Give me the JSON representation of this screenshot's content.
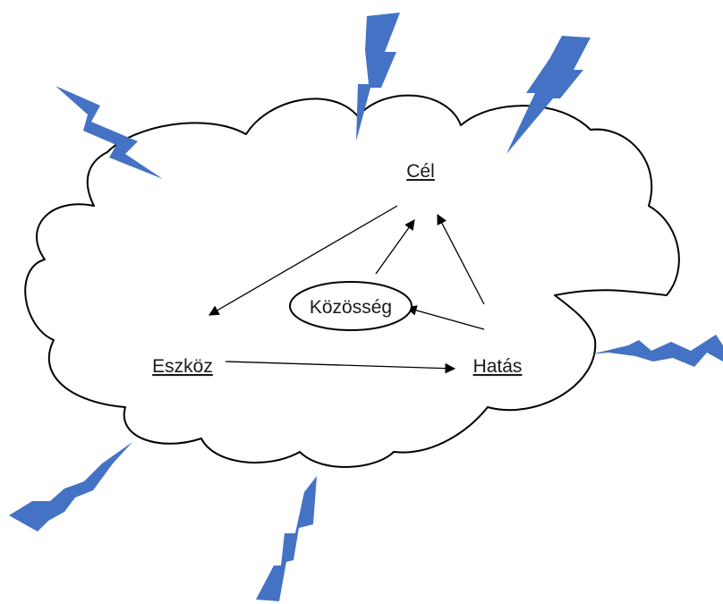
{
  "diagram": {
    "nodes": {
      "cel": "Cél",
      "eszkoz": "Eszköz",
      "hatas": "Hatás",
      "kozosseg": "Közösség"
    }
  },
  "colors": {
    "lightning": "#4472c4",
    "outline": "#000000",
    "background": "#ffffff"
  },
  "icons": {
    "cloud": "cloud-shape",
    "lightning": "lightning-bolt-icon"
  }
}
